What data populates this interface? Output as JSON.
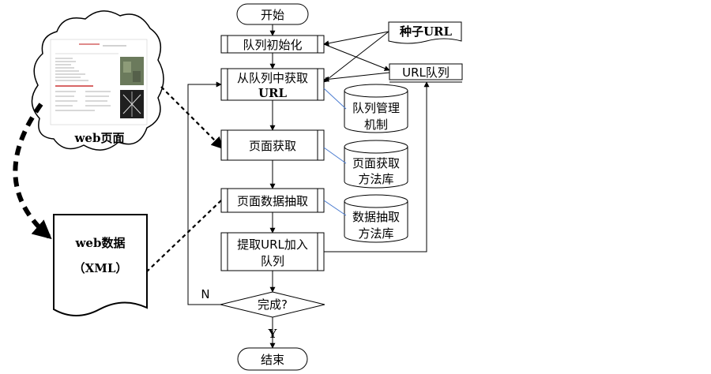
{
  "flow": {
    "start": "开始",
    "queue_init": "队列初始化",
    "fetch_from_queue_line1": "从队列中获取",
    "fetch_from_queue_line2": "URL",
    "page_fetch": "页面获取",
    "page_data_extract": "页面数据抽取",
    "extract_url_line1": "提取URL加入",
    "extract_url_line2": "队列",
    "done_decision": "完成?",
    "end": "结束",
    "yes_label": "Y",
    "no_label": "N"
  },
  "side": {
    "seed_url": "种子URL",
    "url_queue": "URL队列",
    "queue_mgmt_line1": "队列管理",
    "queue_mgmt_line2": "机制",
    "fetch_lib_line1": "页面获取",
    "fetch_lib_line2": "方法库",
    "extract_lib_line1": "数据抽取",
    "extract_lib_line2": "方法库"
  },
  "left": {
    "web_page_label": "web页面",
    "web_data_line1": "web数据",
    "web_data_line2": "（XML）"
  },
  "colors": {
    "stroke": "#000000",
    "connector_blue": "#4a7bd0",
    "page_red": "#cc3333"
  }
}
